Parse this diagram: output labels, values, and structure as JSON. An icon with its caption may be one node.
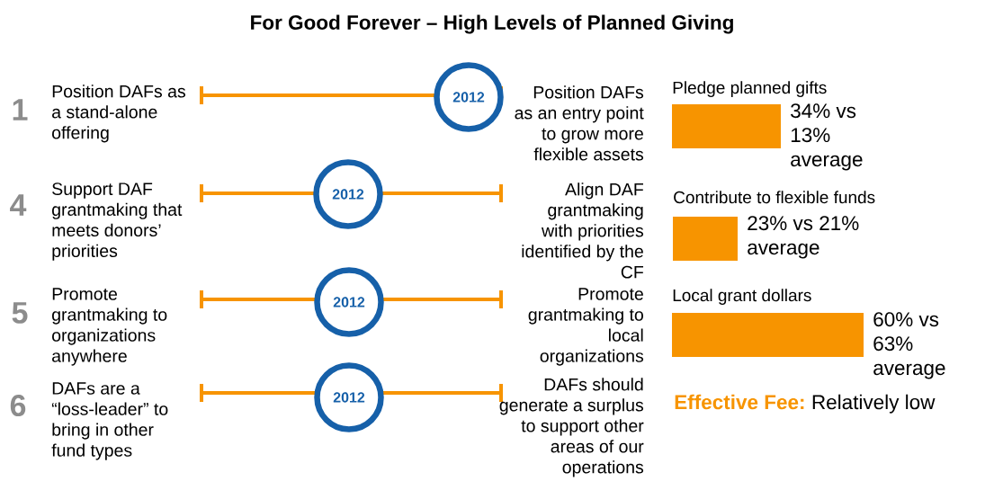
{
  "diagram": {
    "title": "For Good Forever – High Levels of Planned Giving",
    "nodes": [
      {
        "text": [
          "2012"
        ]
      },
      {
        "text": [
          "2012"
        ]
      },
      {
        "text": [
          "2012"
        ]
      },
      {
        "text": [
          "2012"
        ]
      },
      {
        "text": [
          "Pledge planned gifts"
        ],
        "beside": [
          "34% vs 13% average"
        ]
      },
      {
        "text": [
          "Contribute to flexible funds"
        ],
        "beside": [
          "23% vs 21% average"
        ]
      },
      {
        "text": [
          "Local grant dollars"
        ],
        "beside": [
          "60% vs 63% average"
        ]
      }
    ],
    "labels": [
      "1",
      "Position DAFs as a stand-alone offering",
      "Position DAFs as an entry point to grow more flexible assets",
      "4",
      "Support DAF grantmaking that meets donors’ priorities",
      "Align DAF grantmaking with priorities identified by the CF",
      "5",
      "Promote grantmaking to organizations anywhere",
      "Promote grantmaking to local organizations",
      "6",
      "DAFs are a “loss-leader” to bring in other fund types",
      "DAFs should generate a surplus to support other areas of our operations",
      "Effective Fee:",
      "Relatively low"
    ]
  }
}
